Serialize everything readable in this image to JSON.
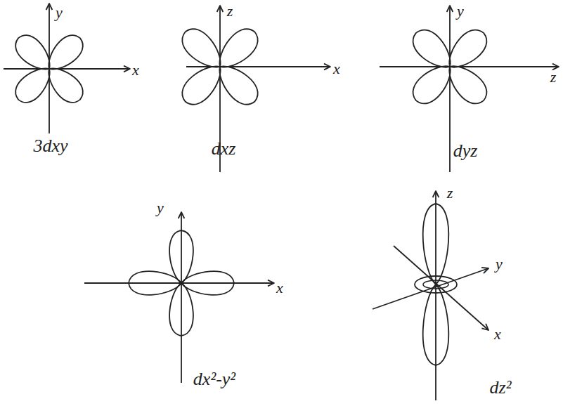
{
  "diagram": {
    "labels": [
      "y",
      "x",
      "3dxy",
      "z",
      "x",
      "dxz",
      "y",
      "z",
      "dyz",
      "y",
      "x",
      "dx²-y²",
      "z",
      "y",
      "x",
      "dz²"
    ]
  }
}
